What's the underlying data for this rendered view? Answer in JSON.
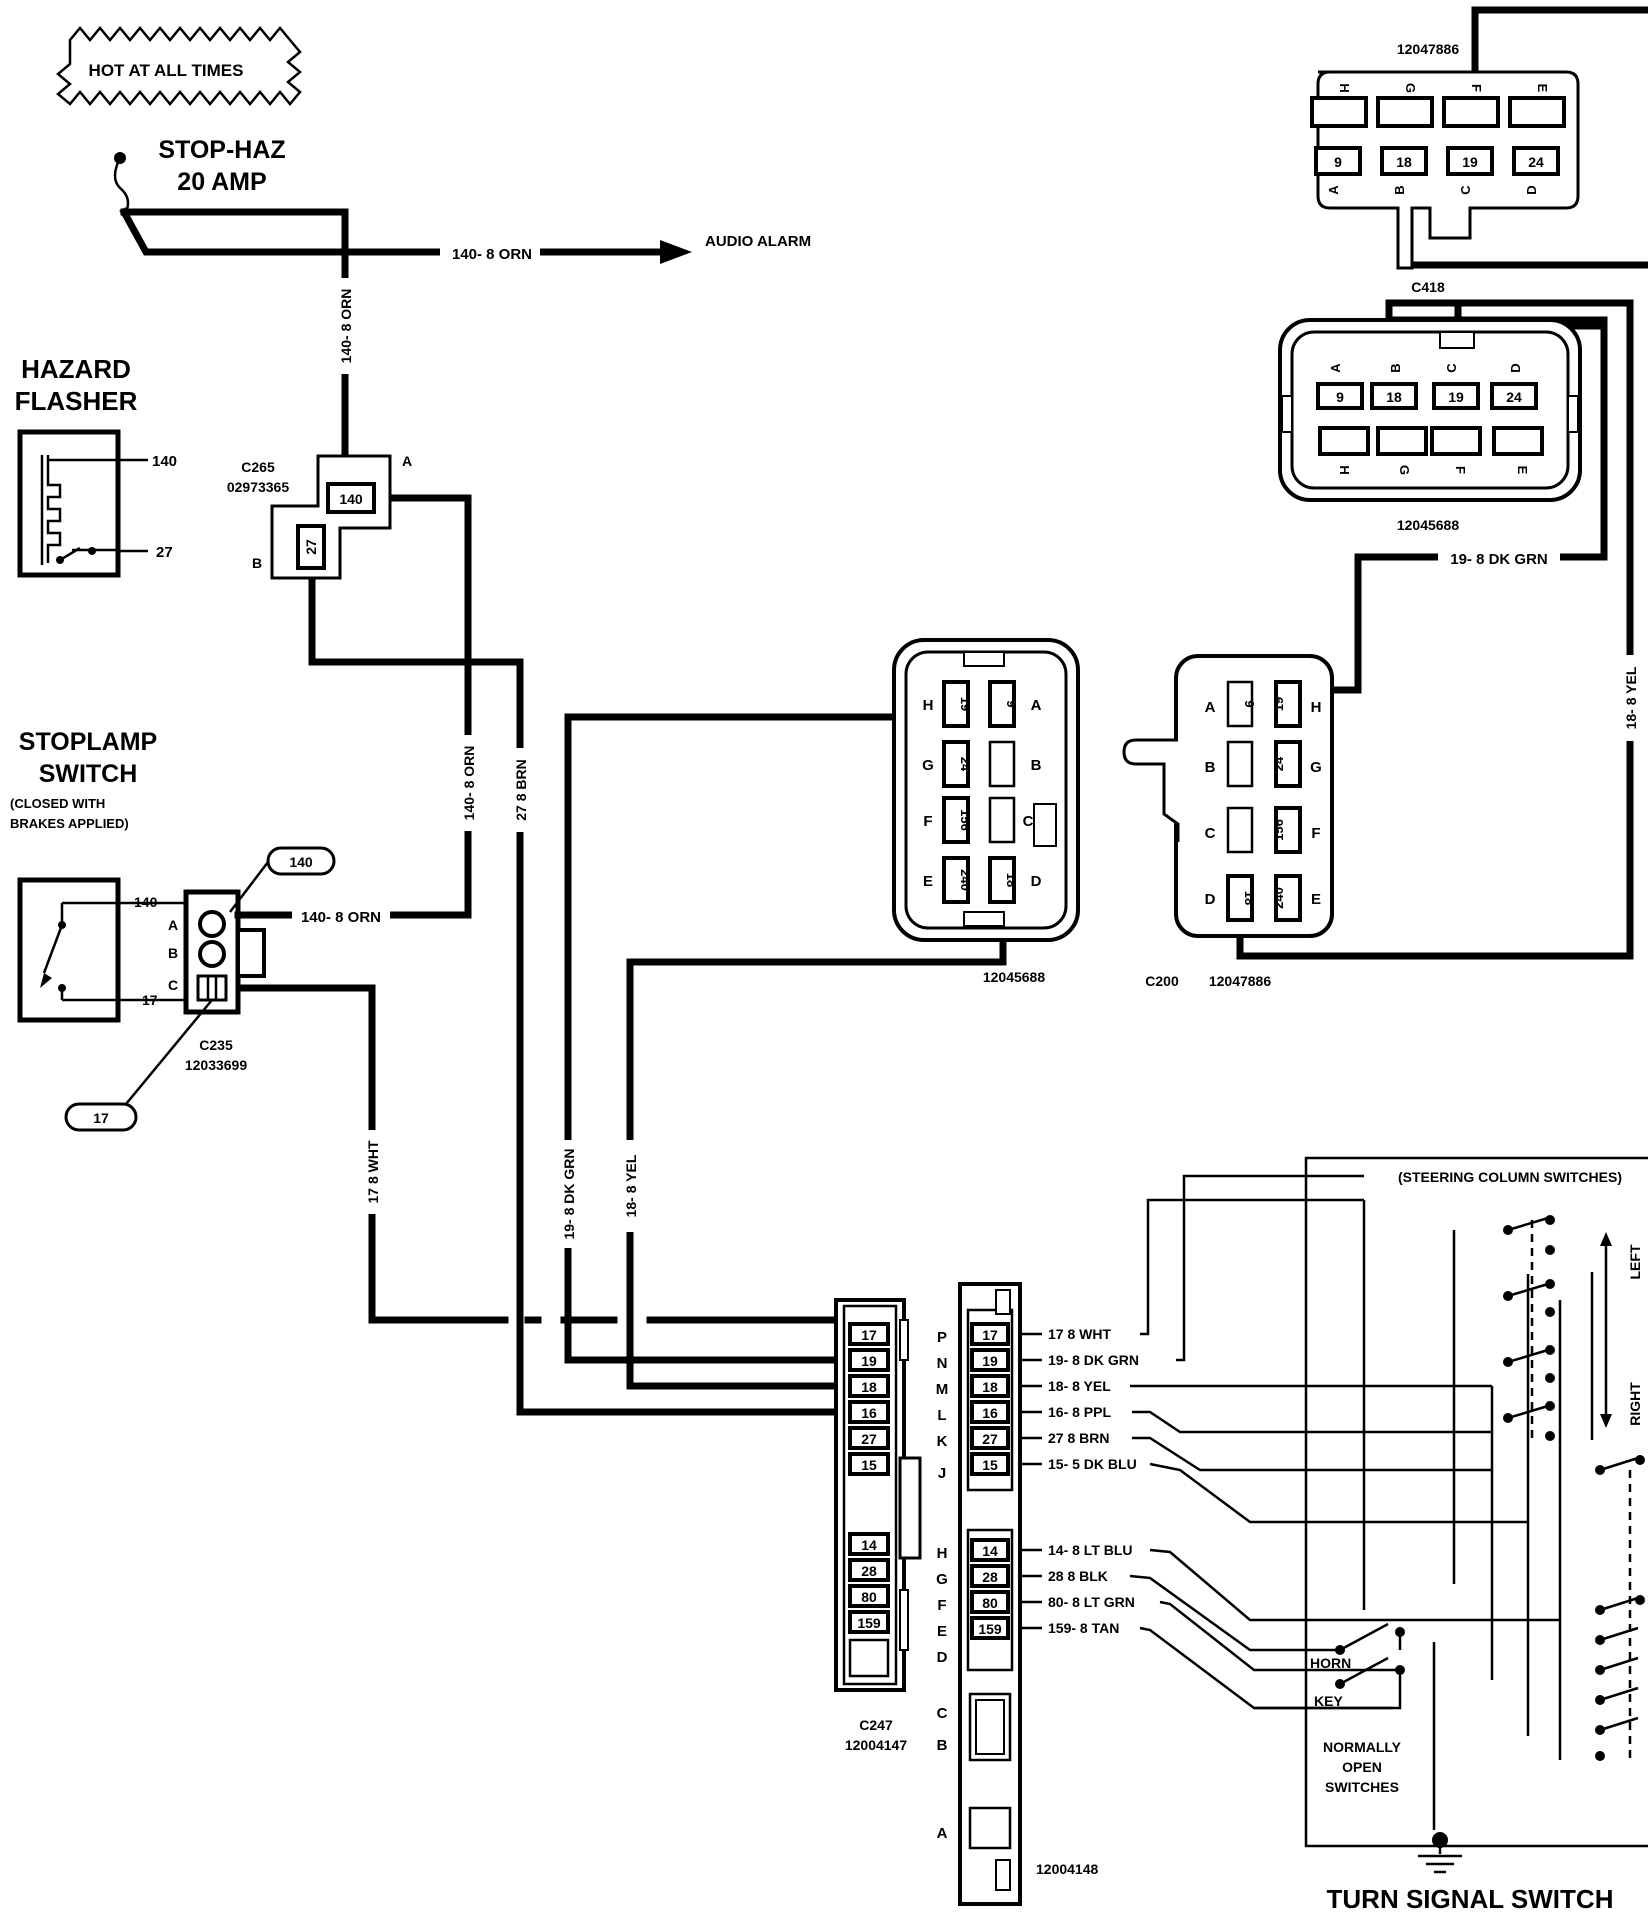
{
  "labels": {
    "hot": "HOT AT ALL TIMES",
    "fuse_name": "STOP-HAZ",
    "fuse_rating": "20 AMP",
    "audio_alarm": "AUDIO ALARM",
    "wire_140_top": "140- 8 ORN",
    "wire_140_vert_top": "140- 8 ORN",
    "hazard_line1": "HAZARD",
    "hazard_line2": "FLASHER",
    "hazard_pin_140": "140",
    "hazard_pin_27": "27",
    "c265_name": "C265",
    "c265_part": "02973365",
    "c265_pin_a": "A",
    "c265_pin_b": "B",
    "c265_cav_140": "140",
    "c265_cav_27": "27",
    "stoplamp_line1": "STOPLAMP",
    "stoplamp_line2": "SWITCH",
    "stoplamp_note1": "(CLOSED WITH",
    "stoplamp_note2": "BRAKES APPLIED)",
    "stoplamp_pin_140": "140",
    "stoplamp_pin_17": "17",
    "callout_140": "140",
    "callout_17": "17",
    "c235_a": "A",
    "c235_b": "B",
    "c235_c": "C",
    "c235_name": "C235",
    "c235_part": "12033699",
    "wire_140_orn_stoplamp": "140- 8 ORN",
    "wire_140_vert_mid": "140- 8 ORN",
    "wire_27_brn_vert": "27 8 BRN",
    "wire_17_wht_vert": "17 8 WHT",
    "wire_19_dkgrn_vert": "19- 8 DK GRN",
    "wire_18_yel_vert": "18- 8 YEL",
    "wire_19_dkgrn_right": "19- 8 DK GRN",
    "wire_18_yel_right": "18- 8 YEL",
    "conn_top_part": "12047886",
    "conn_top_row1": [
      "H",
      "G",
      "F",
      "E"
    ],
    "conn_top_row2": [
      "9",
      "18",
      "19",
      "24"
    ],
    "conn_top_row2_letters": [
      "A",
      "B",
      "C",
      "D"
    ],
    "c418_name": "C418",
    "c418_row_letters": [
      "A",
      "B",
      "C",
      "D"
    ],
    "c418_row": [
      "9",
      "18",
      "19",
      "24"
    ],
    "c418_bottom_letters": [
      "H",
      "G",
      "F",
      "E"
    ],
    "c418_part": "12045688",
    "mid_conn_part": "12045688",
    "mid_left_letters": [
      "H",
      "G",
      "F",
      "E"
    ],
    "mid_left_cav": [
      "19",
      "24",
      "156",
      "240"
    ],
    "mid_right_cav": [
      "9",
      "18"
    ],
    "mid_right_letters": [
      "A",
      "B",
      "C",
      "D"
    ],
    "c200_name": "C200",
    "c200_part": "12047886",
    "c200_left_letters": [
      "A",
      "B",
      "C",
      "D"
    ],
    "c200_left_cav": [
      "9",
      "18"
    ],
    "c200_right_cav": [
      "19",
      "24",
      "156",
      "240"
    ],
    "c200_right_letters": [
      "H",
      "G",
      "F",
      "E"
    ],
    "c247_name": "C247",
    "c247_part": "12004147",
    "c247_cav": [
      "17",
      "19",
      "18",
      "16",
      "27",
      "15",
      "14",
      "28",
      "80",
      "159"
    ],
    "col_part": "12004148",
    "col_letters": [
      "P",
      "N",
      "M",
      "L",
      "K",
      "J",
      "H",
      "G",
      "F",
      "E",
      "D",
      "C",
      "B",
      "A"
    ],
    "col_cav": [
      "17",
      "19",
      "18",
      "16",
      "27",
      "15",
      "14",
      "28",
      "80",
      "159"
    ],
    "col_wires": [
      "17 8 WHT",
      "19- 8 DK GRN",
      "18- 8 YEL",
      "16- 8 PPL",
      "27 8 BRN",
      "15- 5 DK BLU",
      "14- 8 LT BLU",
      "28 8 BLK",
      "80- 8 LT GRN",
      "159- 8 TAN"
    ],
    "steering_title": "(STEERING COLUMN SWITCHES)",
    "left": "LEFT",
    "right": "RIGHT",
    "horn": "HORN",
    "key": "KEY",
    "normally1": "NORMALLY",
    "normally2": "OPEN",
    "normally3": "SWITCHES",
    "turn_signal": "TURN  SIGNAL  SWITCH"
  }
}
